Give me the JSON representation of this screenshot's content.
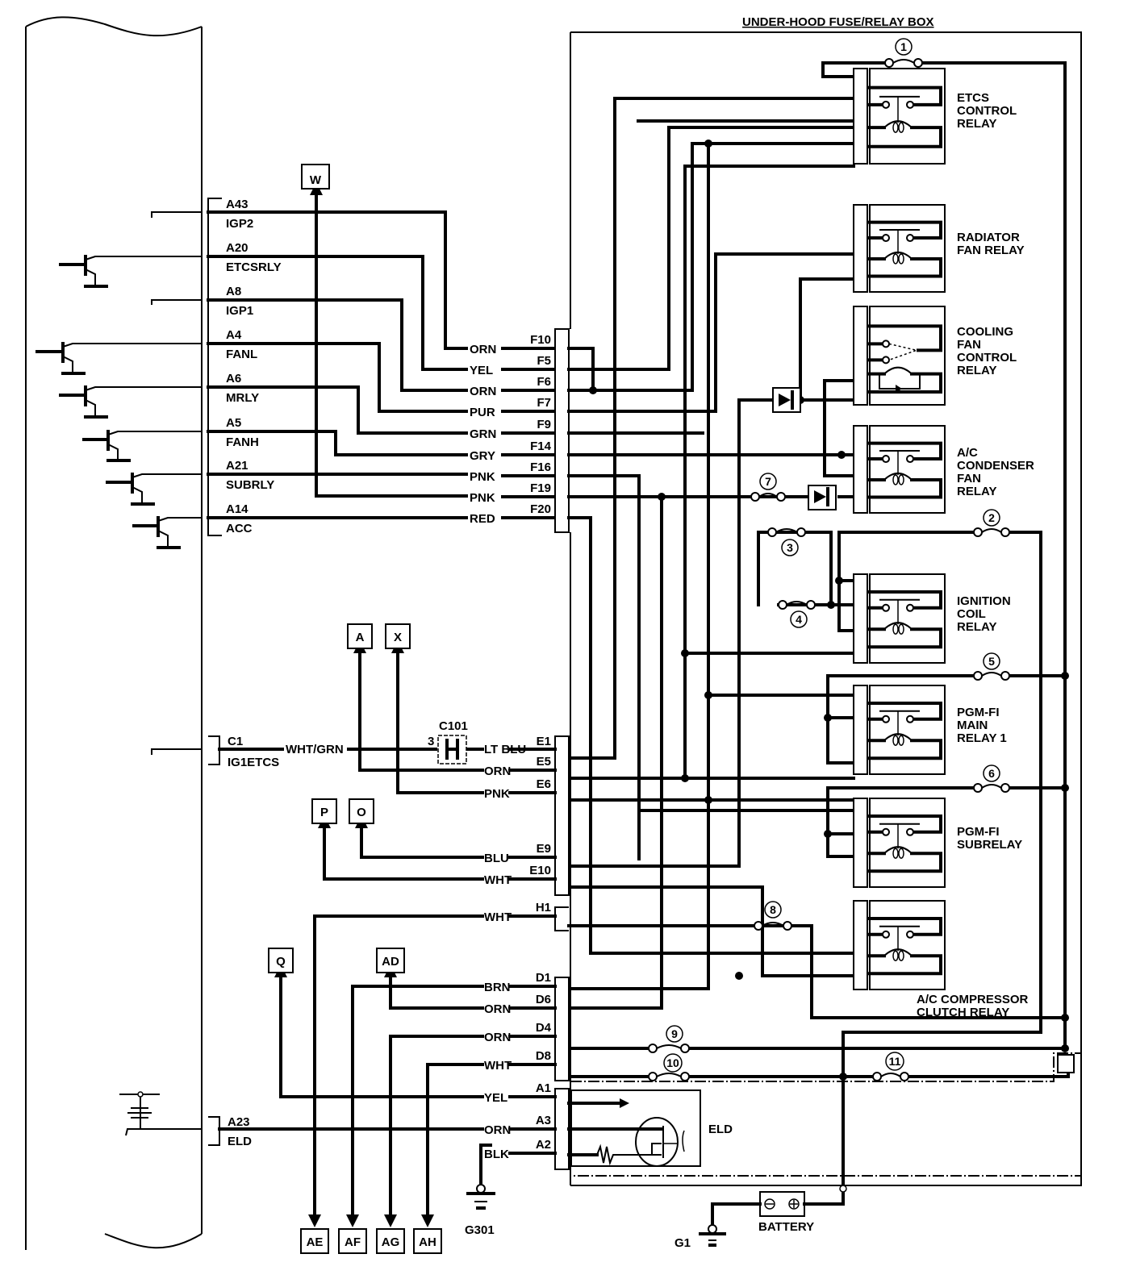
{
  "title": "UNDER-HOOD FUSE/RELAY BOX",
  "ecm_terminals": [
    {
      "pin": "A43",
      "name": "IGP2",
      "wire": "ORN",
      "box_pin": "F10"
    },
    {
      "pin": "A20",
      "name": "ETCSRLY",
      "wire": "YEL",
      "box_pin": "F5"
    },
    {
      "pin": "A8",
      "name": "IGP1",
      "wire": "ORN",
      "box_pin": "F6"
    },
    {
      "pin": "A4",
      "name": "FANL",
      "wire": "PUR",
      "box_pin": "F7"
    },
    {
      "pin": "A6",
      "name": "MRLY",
      "wire": "GRN",
      "box_pin": "F9"
    },
    {
      "pin": "A5",
      "name": "FANH",
      "wire": "GRY",
      "box_pin": "F14"
    },
    {
      "pin": "A21",
      "name": "SUBRLY",
      "wire": "PNK",
      "box_pin": "F16"
    },
    {
      "pin": "",
      "name": "",
      "wire": "PNK",
      "box_pin": "F19"
    },
    {
      "pin": "A14",
      "name": "ACC",
      "wire": "RED",
      "box_pin": "F20"
    }
  ],
  "c1": {
    "pin": "C1",
    "name": "IG1ETCS",
    "wire_in": "WHT/GRN",
    "connector": "C101",
    "connector_pin": "3",
    "wire_out": "LT BLU",
    "box_pin": "E1"
  },
  "e_wires": [
    {
      "wire": "ORN",
      "box_pin": "E5"
    },
    {
      "wire": "PNK",
      "box_pin": "E6"
    },
    {
      "wire": "BLU",
      "box_pin": "E9"
    },
    {
      "wire": "WHT",
      "box_pin": "E10"
    },
    {
      "wire": "WHT",
      "box_pin": "H1"
    }
  ],
  "d_wires": [
    {
      "wire": "BRN",
      "box_pin": "D1"
    },
    {
      "wire": "ORN",
      "box_pin": "D6"
    },
    {
      "wire": "ORN",
      "box_pin": "D4"
    },
    {
      "wire": "WHT",
      "box_pin": "D8"
    }
  ],
  "a_wires": [
    {
      "wire": "YEL",
      "box_pin": "A1"
    },
    {
      "wire": "ORN",
      "box_pin": "A3"
    },
    {
      "wire": "BLK",
      "box_pin": "A2"
    }
  ],
  "eld_terminal": {
    "pin": "A23",
    "name": "ELD"
  },
  "refs": {
    "W": "W",
    "A": "A",
    "X": "X",
    "P": "P",
    "O": "O",
    "Q": "Q",
    "AD": "AD",
    "AE": "AE",
    "AF": "AF",
    "AG": "AG",
    "AH": "AH"
  },
  "relays": {
    "etcs": [
      "ETCS",
      "CONTROL",
      "RELAY"
    ],
    "radiator": [
      "RADIATOR",
      "FAN RELAY"
    ],
    "cooling": [
      "COOLING",
      "FAN",
      "CONTROL",
      "RELAY"
    ],
    "condenser": [
      "A/C",
      "CONDENSER",
      "FAN",
      "RELAY"
    ],
    "ignition": [
      "IGNITION",
      "COIL",
      "RELAY"
    ],
    "main": [
      "PGM-FI",
      "MAIN",
      "RELAY 1"
    ],
    "sub": [
      "PGM-FI",
      "SUBRELAY"
    ],
    "compressor": [
      "A/C COMPRESSOR",
      "CLUTCH RELAY"
    ]
  },
  "fuses": [
    "1",
    "2",
    "3",
    "4",
    "5",
    "6",
    "7",
    "8",
    "9",
    "10",
    "11"
  ],
  "eld_label": "ELD",
  "battery_label": "BATTERY",
  "grounds": {
    "g1": "G1",
    "g301": "G301"
  }
}
